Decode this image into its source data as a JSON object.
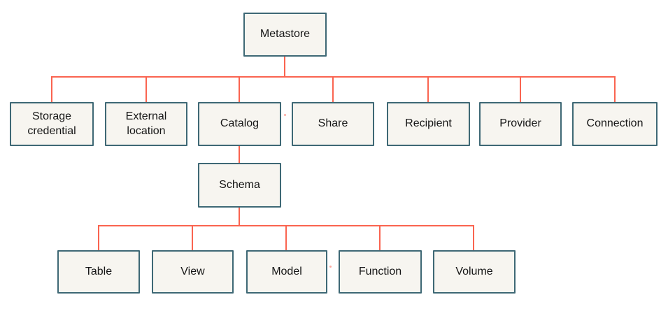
{
  "colors": {
    "line": "#fa6450",
    "box_border": "#3e6875",
    "box_fill": "#f7f5f0",
    "text": "#161616",
    "background": "#ffffff"
  },
  "nodes": {
    "root": {
      "label": "Metastore"
    },
    "level2": [
      {
        "id": "storage-credential",
        "label": "Storage credential"
      },
      {
        "id": "external-location",
        "label": "External location"
      },
      {
        "id": "catalog",
        "label": "Catalog"
      },
      {
        "id": "share",
        "label": "Share"
      },
      {
        "id": "recipient",
        "label": "Recipient"
      },
      {
        "id": "provider",
        "label": "Provider"
      },
      {
        "id": "connection",
        "label": "Connection"
      }
    ],
    "level3": [
      {
        "id": "schema",
        "label": "Schema",
        "parent": "catalog"
      }
    ],
    "level4": [
      {
        "id": "table",
        "label": "Table",
        "parent": "schema"
      },
      {
        "id": "view",
        "label": "View",
        "parent": "schema"
      },
      {
        "id": "model",
        "label": "Model",
        "parent": "schema"
      },
      {
        "id": "function",
        "label": "Function",
        "parent": "schema"
      },
      {
        "id": "volume",
        "label": "Volume",
        "parent": "schema"
      }
    ]
  }
}
